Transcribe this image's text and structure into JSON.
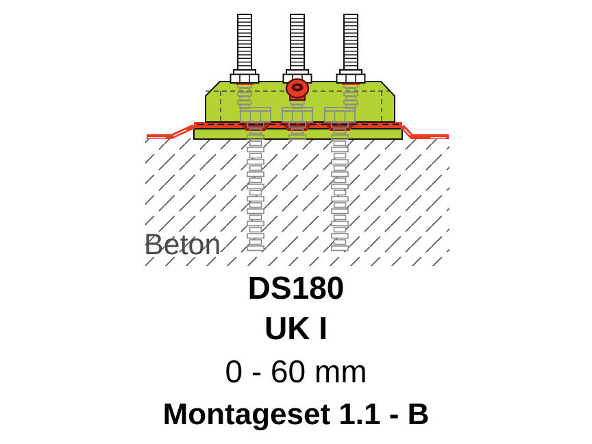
{
  "diagram": {
    "material_label": "Beton",
    "colors": {
      "bracket_green": "#b3d334",
      "membrane_red": "#e83b26",
      "seal_dark_red": "#9e1b10",
      "grommet_outline": "#5c0e07",
      "grommet_hole": "#4a0d06",
      "hatch_gray": "#5a5a5a",
      "hidden_gray": "#8a8a8a",
      "outline_black": "#111111",
      "label_gray": "#4a4a4a"
    }
  },
  "captions": {
    "model": "DS180",
    "variant": "UK I",
    "adjustment_range": "0 - 60 mm",
    "set_name": "Montageset 1.1 - B"
  }
}
